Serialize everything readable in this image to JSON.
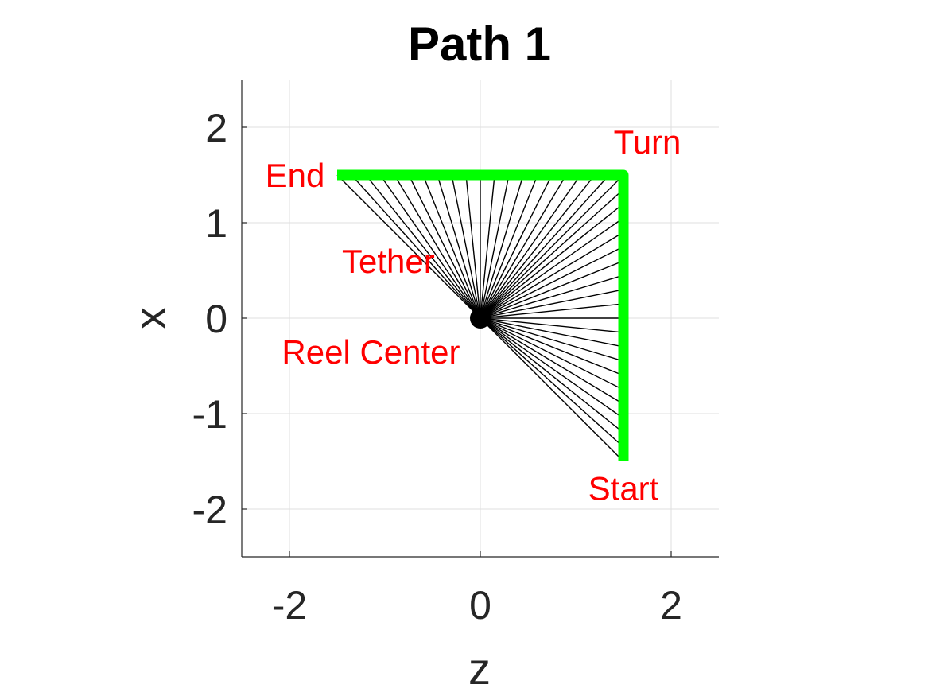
{
  "chart_data": {
    "type": "line",
    "title": "Path 1",
    "xlabel": "z",
    "ylabel": "x",
    "xlim": [
      -2.5,
      2.5
    ],
    "ylim": [
      -2.5,
      2.5
    ],
    "xticks": [
      -2,
      0,
      2
    ],
    "yticks": [
      -2,
      -1,
      0,
      1,
      2
    ],
    "xtick_labels": [
      "-2",
      "0",
      "2"
    ],
    "ytick_labels": [
      "-2",
      "-1",
      "0",
      "1",
      "2"
    ],
    "grid": true,
    "series": [
      {
        "x": [
          1.5,
          1.5,
          -1.5
        ],
        "y": [
          -1.5,
          1.5,
          1.5
        ],
        "color": "#00ff00"
      }
    ],
    "reel_center": {
      "x": 0,
      "y": 0,
      "color": "#000000"
    },
    "tether": {
      "color": "#000000",
      "endpoints": [
        {
          "x": 1.5,
          "y": -1.5
        },
        {
          "x": 1.5,
          "y": -1.35
        },
        {
          "x": 1.5,
          "y": -1.2
        },
        {
          "x": 1.5,
          "y": -1.05
        },
        {
          "x": 1.5,
          "y": -0.9
        },
        {
          "x": 1.5,
          "y": -0.75
        },
        {
          "x": 1.5,
          "y": -0.6
        },
        {
          "x": 1.5,
          "y": -0.45
        },
        {
          "x": 1.5,
          "y": -0.3
        },
        {
          "x": 1.5,
          "y": -0.15
        },
        {
          "x": 1.5,
          "y": 0
        },
        {
          "x": 1.5,
          "y": 0.15
        },
        {
          "x": 1.5,
          "y": 0.3
        },
        {
          "x": 1.5,
          "y": 0.45
        },
        {
          "x": 1.5,
          "y": 0.6
        },
        {
          "x": 1.5,
          "y": 0.75
        },
        {
          "x": 1.5,
          "y": 0.9
        },
        {
          "x": 1.5,
          "y": 1.05
        },
        {
          "x": 1.5,
          "y": 1.2
        },
        {
          "x": 1.5,
          "y": 1.35
        },
        {
          "x": 1.5,
          "y": 1.5
        },
        {
          "x": 1.35,
          "y": 1.5
        },
        {
          "x": 1.2,
          "y": 1.5
        },
        {
          "x": 1.05,
          "y": 1.5
        },
        {
          "x": 0.9,
          "y": 1.5
        },
        {
          "x": 0.75,
          "y": 1.5
        },
        {
          "x": 0.6,
          "y": 1.5
        },
        {
          "x": 0.45,
          "y": 1.5
        },
        {
          "x": 0.3,
          "y": 1.5
        },
        {
          "x": 0.15,
          "y": 1.5
        },
        {
          "x": 0,
          "y": 1.5
        },
        {
          "x": -0.15,
          "y": 1.5
        },
        {
          "x": -0.3,
          "y": 1.5
        },
        {
          "x": -0.45,
          "y": 1.5
        },
        {
          "x": -0.6,
          "y": 1.5
        },
        {
          "x": -0.75,
          "y": 1.5
        },
        {
          "x": -0.9,
          "y": 1.5
        },
        {
          "x": -1.05,
          "y": 1.5
        },
        {
          "x": -1.2,
          "y": 1.5
        },
        {
          "x": -1.35,
          "y": 1.5
        },
        {
          "x": -1.5,
          "y": 1.5
        }
      ]
    },
    "annotations": [
      {
        "text": "Turn",
        "x": 1.75,
        "y": 1.85,
        "anchor": "middle",
        "color": "#ff0000"
      },
      {
        "text": "End",
        "x": -1.63,
        "y": 1.5,
        "anchor": "end",
        "color": "#ff0000"
      },
      {
        "text": "Tether",
        "x": -1.45,
        "y": 0.6,
        "anchor": "start",
        "color": "#ff0000"
      },
      {
        "text": "Reel Center",
        "x": -2.08,
        "y": -0.35,
        "anchor": "start",
        "color": "#ff0000"
      },
      {
        "text": "Start",
        "x": 1.5,
        "y": -1.78,
        "anchor": "middle",
        "color": "#ff0000"
      }
    ]
  }
}
